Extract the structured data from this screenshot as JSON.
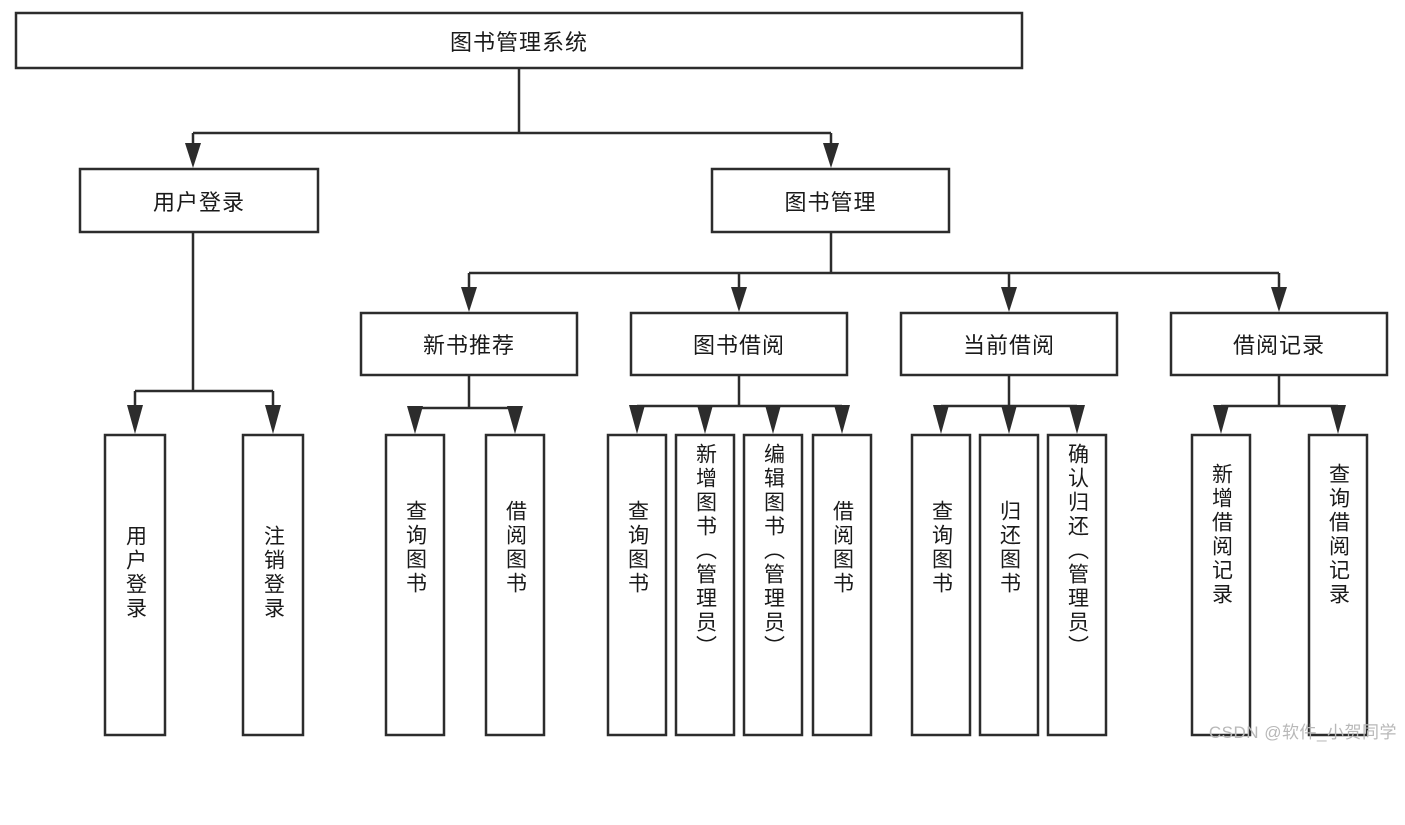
{
  "diagram": {
    "type": "tree-hierarchy",
    "title": "图书管理系统",
    "orientation": "top-down",
    "colors": {
      "box_stroke": "#2c2c2c",
      "box_fill": "#ffffff",
      "connector": "#2c2c2c",
      "text": "#1a1a1a",
      "background": "#ffffff",
      "watermark": "#b8b8b8"
    },
    "root": {
      "label": "图书管理系统"
    },
    "level2": [
      {
        "label": "用户登录"
      },
      {
        "label": "图书管理"
      }
    ],
    "level3": [
      {
        "label": "新书推荐"
      },
      {
        "label": "图书借阅"
      },
      {
        "label": "当前借阅"
      },
      {
        "label": "借阅记录"
      }
    ],
    "leaves": {
      "user_login": [
        {
          "label": "用户登录"
        },
        {
          "label": "注销登录"
        }
      ],
      "new_book_recommend": [
        {
          "label": "查询图书"
        },
        {
          "label": "借阅图书"
        }
      ],
      "book_borrow": [
        {
          "label": "查询图书"
        },
        {
          "label": "新增图书（管理员）"
        },
        {
          "label": "编辑图书（管理员）"
        },
        {
          "label": "借阅图书"
        }
      ],
      "current_borrow": [
        {
          "label": "查询图书"
        },
        {
          "label": "归还图书"
        },
        {
          "label": "确认归还（管理员）"
        }
      ],
      "borrow_record": [
        {
          "label": "新增借阅记录"
        },
        {
          "label": "查询借阅记录"
        }
      ]
    }
  },
  "watermark": {
    "text": "CSDN @软件_小贺同学"
  }
}
